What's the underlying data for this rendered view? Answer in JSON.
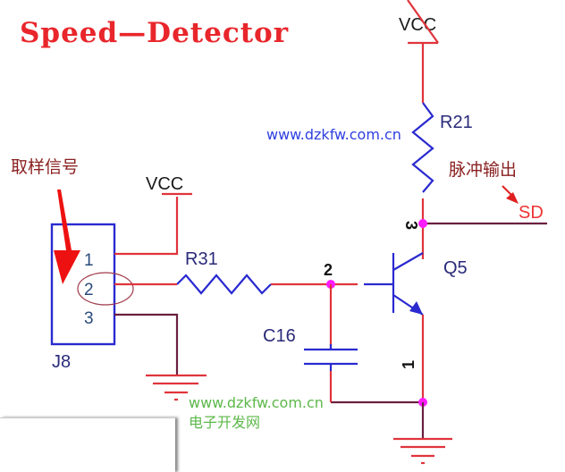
{
  "title": "Speed—Detector",
  "power": {
    "vcc_top": "VCC",
    "vcc_left": "VCC"
  },
  "components": {
    "resistor_top": "R21",
    "resistor_mid": "R31",
    "capacitor": "C16",
    "transistor": "Q5",
    "connector": "J8",
    "connector_pins": [
      "1",
      "2",
      "3"
    ]
  },
  "pins": {
    "collector": "3",
    "base": "2",
    "emitter": "1"
  },
  "annotations": {
    "sample_signal": "取样信号",
    "pulse_output": "脉冲输出",
    "output_net": "SD"
  },
  "watermarks": {
    "blue_url": "www.dzkfw.com.cn",
    "green_url": "www.dzkfw.com.cn",
    "green_name": "电子开发网"
  },
  "colors": {
    "wire": "#e0343c",
    "component": "#2a2ad0",
    "junction": "#ff1cff",
    "title": "#e8262b"
  }
}
